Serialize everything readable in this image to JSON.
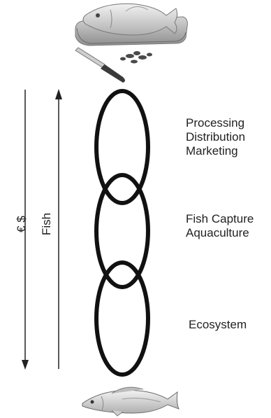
{
  "labels": {
    "top_stage": [
      "Processing",
      "Distribution",
      "Marketing"
    ],
    "middle_stage": [
      "Fish Capture",
      "Aquaculture"
    ],
    "bottom_stage": [
      "Ecosystem"
    ]
  },
  "axes": {
    "money_label": "€ $",
    "fish_label": "Fish"
  },
  "icons": {
    "top_illustration": "fish-on-cutting-board-with-knife-icon",
    "bottom_illustration": "live-fish-icon"
  },
  "colors": {
    "chain": "#111111",
    "arrow": "#222222",
    "illustration_light": "#e2e2e2",
    "illustration_mid": "#a8a8a8",
    "illustration_dark": "#555555"
  }
}
